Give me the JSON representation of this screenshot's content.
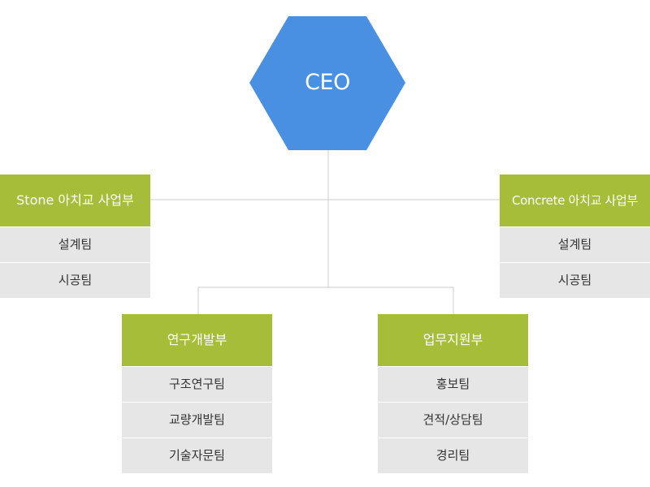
{
  "colors": {
    "ceo_fill": "#4a90e2",
    "dept_header": "#a5bd38",
    "team_bg": "#e6e6e6",
    "connector": "#cccccc"
  },
  "ceo": {
    "label": "CEO"
  },
  "departments": [
    {
      "name": "Stone 아치교 사업부",
      "teams": [
        "설계팀",
        "시공팀"
      ]
    },
    {
      "name": "Concrete 아치교 사업부",
      "teams": [
        "설계팀",
        "시공팀"
      ]
    },
    {
      "name": "연구개발부",
      "teams": [
        "구조연구팀",
        "교량개발팀",
        "기술자문팀"
      ]
    },
    {
      "name": "업무지원부",
      "teams": [
        "홍보팀",
        "견적/상담팀",
        "경리팀"
      ]
    }
  ]
}
